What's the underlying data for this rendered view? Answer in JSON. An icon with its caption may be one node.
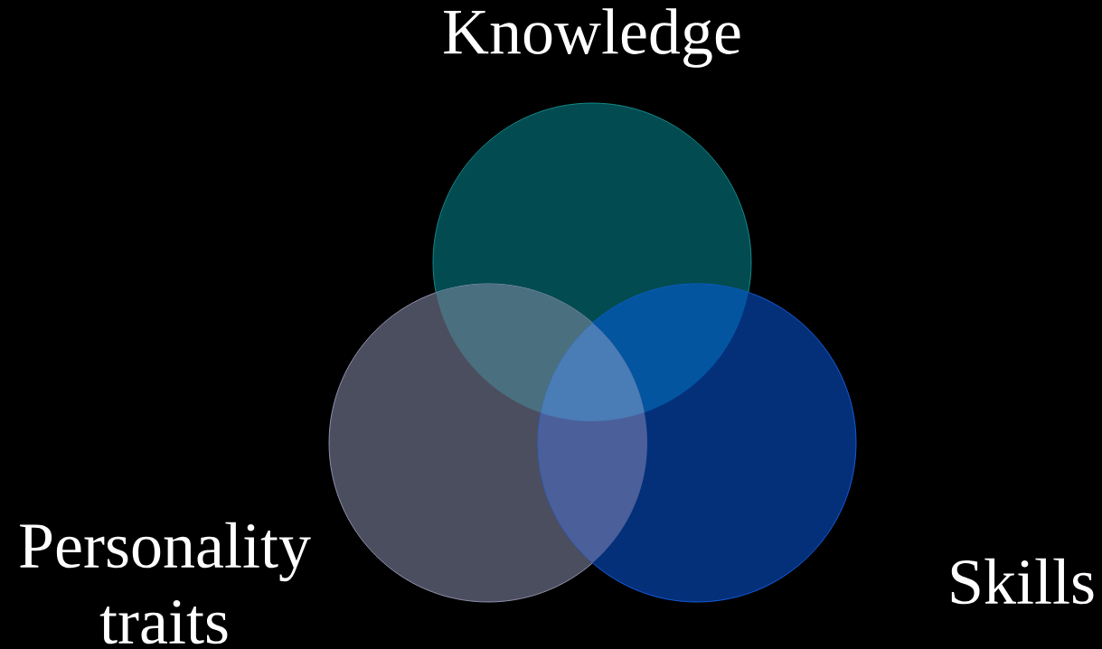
{
  "diagram": {
    "nodes": [
      {
        "text": [
          "Knowledge"
        ]
      },
      {
        "text": [
          "Personality traits"
        ]
      },
      {
        "text": [
          "Skills"
        ]
      }
    ]
  }
}
